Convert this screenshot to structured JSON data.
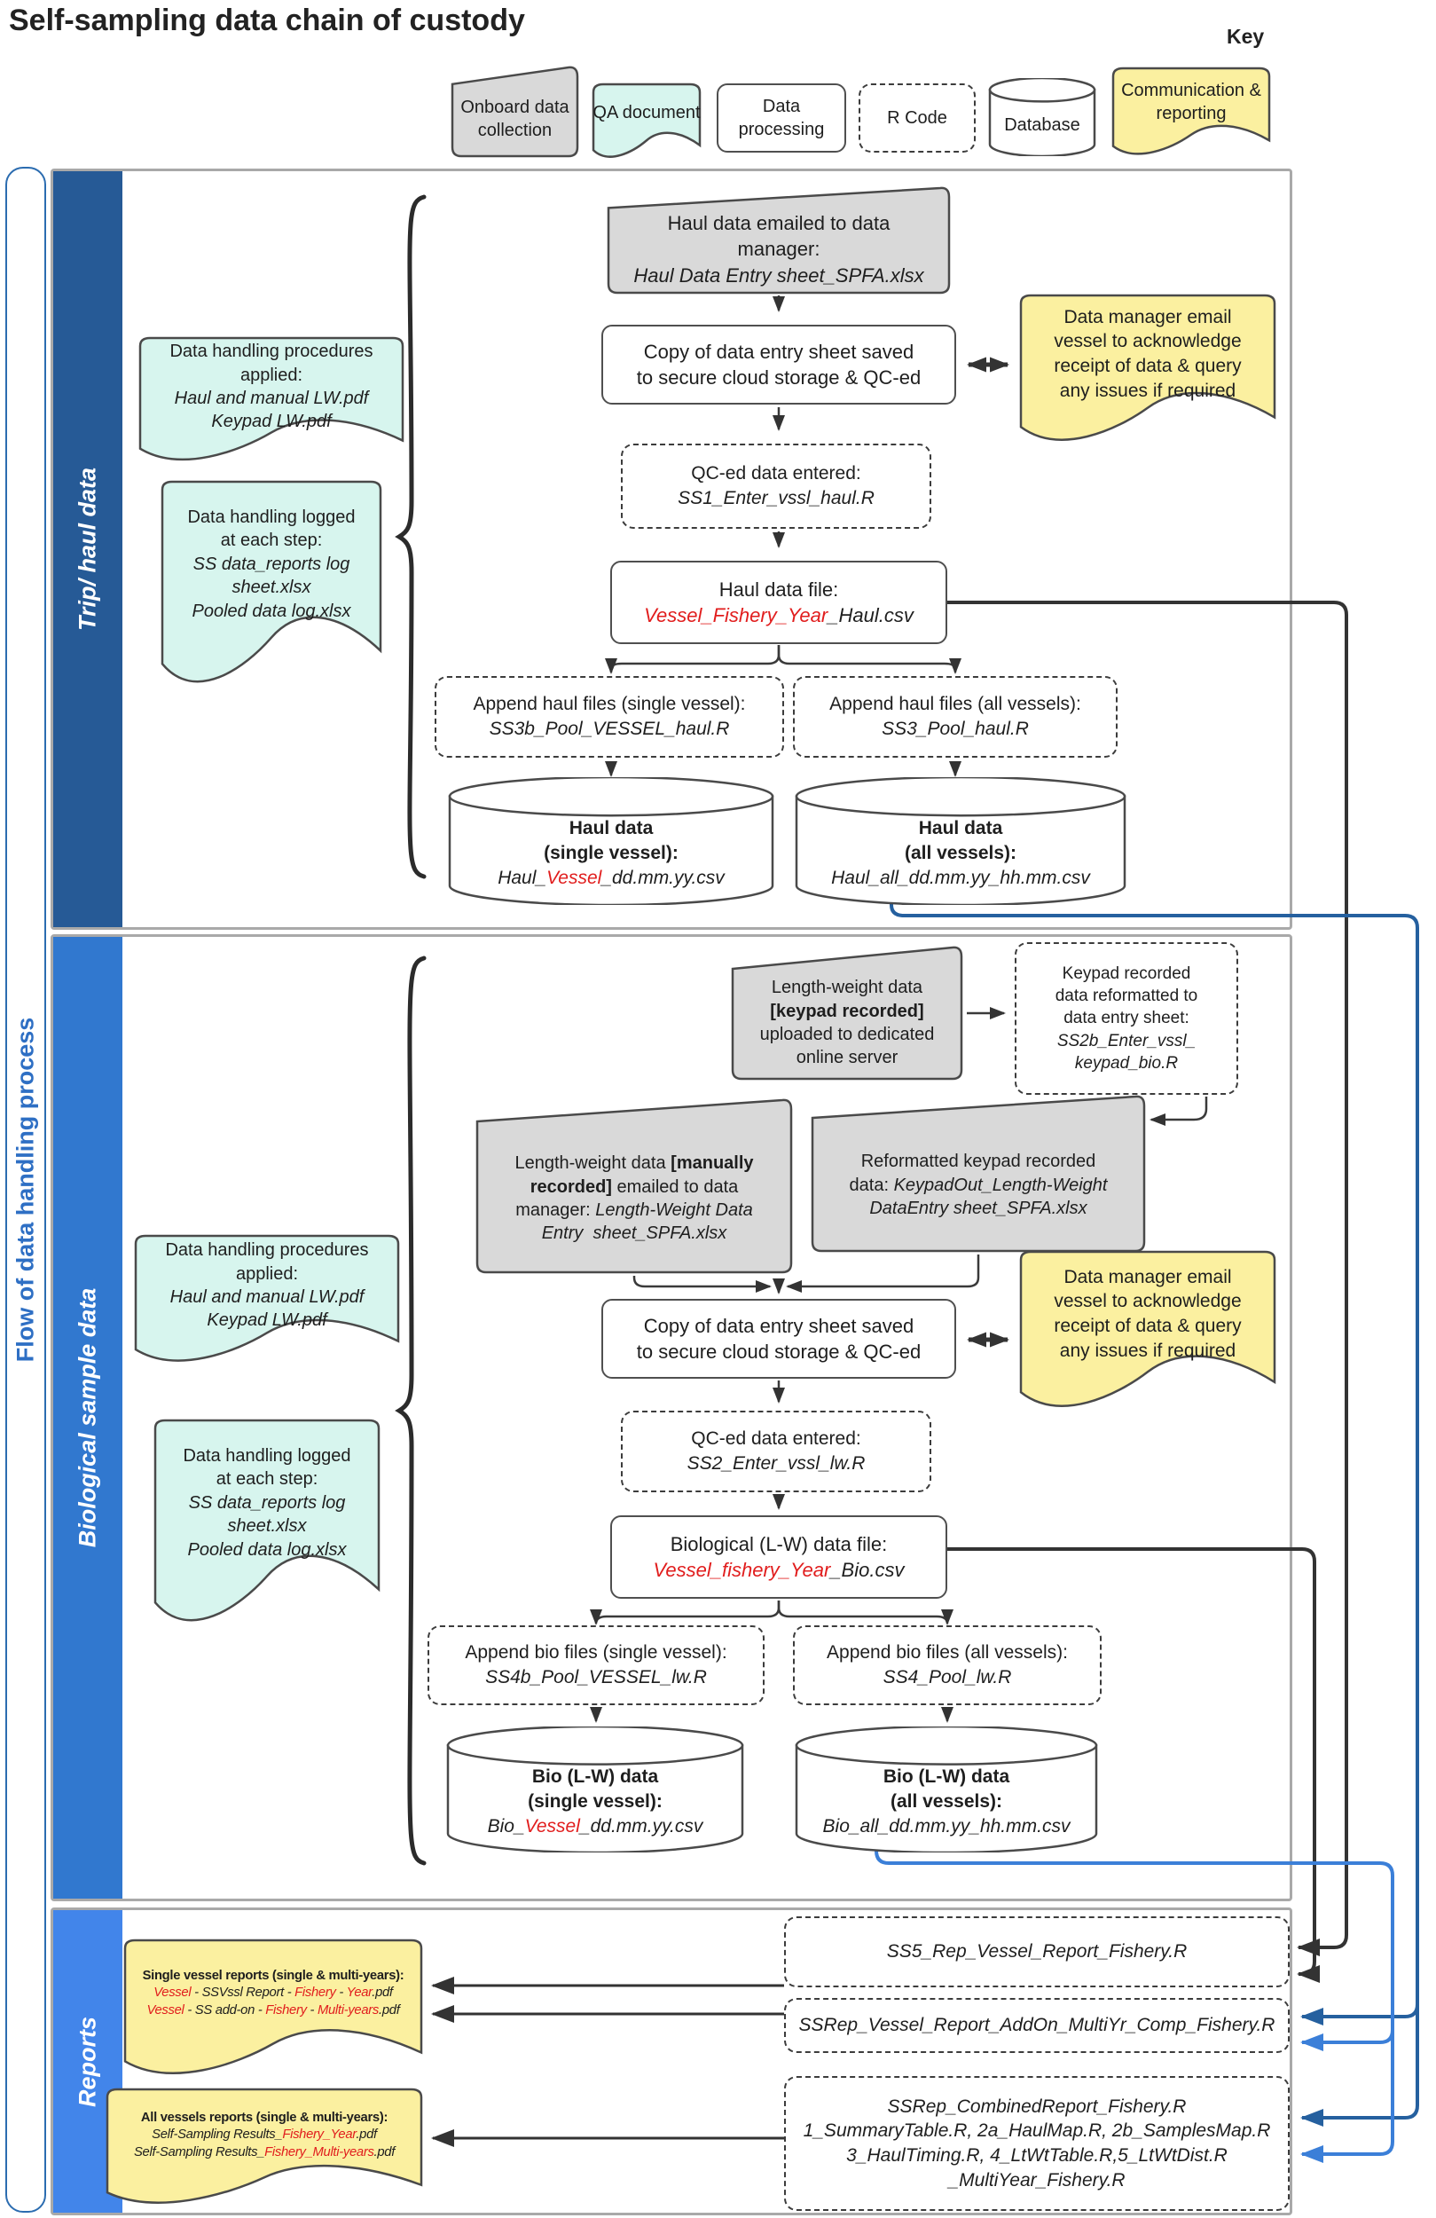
{
  "title": "Self-sampling data chain of custody",
  "key": {
    "label": "Key",
    "items": [
      {
        "name": "onboard-data-collection",
        "label": "Onboard data collection"
      },
      {
        "name": "qa-document",
        "label": "QA document"
      },
      {
        "name": "data-processing",
        "label": "Data processing"
      },
      {
        "name": "r-code",
        "label": "R Code"
      },
      {
        "name": "database",
        "label": "Database"
      },
      {
        "name": "communication-reporting",
        "label": "Communication & reporting"
      }
    ]
  },
  "left_rail": {
    "label": "Flow of data handling process"
  },
  "sections": [
    {
      "label": "Trip/ haul data"
    },
    {
      "label": "Biological sample data"
    },
    {
      "label": "Reports"
    }
  ],
  "colors": {
    "grey": "#D9D9D9",
    "teal": "#D7F5EE",
    "yellow": "#FBF0A0",
    "white": "#FFFFFF",
    "red_text": "#E11D1D",
    "bar_trip": "#265A96",
    "bar_bio": "#3178CF",
    "bar_reports": "#4285EA",
    "rail_border": "#2B6CB0",
    "rail_text": "#2E6FC4",
    "frame_border": "#A9A9A9",
    "node_border": "#4A4A4A",
    "conn_black": "#333333",
    "conn_blue_dark": "#25609F",
    "conn_blue_light": "#3B7FD8"
  },
  "nodes": {
    "haul_email": {
      "lines": [
        [
          "Haul data emailed to data"
        ],
        [
          "manager:"
        ],
        [
          {
            "t": "Haul Data Entry sheet_SPFA.xlsx",
            "i": 1
          }
        ]
      ]
    },
    "copy1": {
      "lines": [
        [
          "Copy of data entry sheet saved"
        ],
        [
          "to secure cloud storage & QC-ed"
        ]
      ]
    },
    "dm_email": {
      "lines": [
        [
          "Data manager email"
        ],
        [
          "vessel to acknowledge"
        ],
        [
          "receipt of data & query"
        ],
        [
          "any issues if required"
        ]
      ]
    },
    "qc1": {
      "lines": [
        [
          "QC-ed data entered:"
        ],
        [
          {
            "t": "SS1_Enter_vssl_haul.R",
            "i": 1
          }
        ]
      ]
    },
    "haul_file": {
      "lines": [
        [
          "Haul data file:"
        ],
        [
          {
            "t": "Vessel_Fishery_Year",
            "i": 1,
            "r": 1
          },
          {
            "t": "_Haul.csv",
            "i": 1
          }
        ]
      ]
    },
    "append_haul_single": {
      "lines": [
        [
          "Append haul files (single vessel):"
        ],
        [
          {
            "t": "SS3b_Pool_VESSEL_haul.R",
            "i": 1
          }
        ]
      ]
    },
    "append_haul_all": {
      "lines": [
        [
          "Append haul files (all vessels):"
        ],
        [
          {
            "t": "SS3_Pool_haul.R",
            "i": 1
          }
        ]
      ]
    },
    "cyl_haul_single": {
      "lines": [
        [
          {
            "t": "Haul data",
            "b": 1
          }
        ],
        [
          {
            "t": "(single vessel):",
            "b": 1
          }
        ],
        [
          {
            "t": "Haul_",
            "i": 1
          },
          {
            "t": "Vessel",
            "i": 1,
            "r": 1
          },
          {
            "t": "_dd.mm.yy.csv",
            "i": 1
          }
        ]
      ]
    },
    "cyl_haul_all": {
      "lines": [
        [
          {
            "t": "Haul data",
            "b": 1
          }
        ],
        [
          {
            "t": "(all vessels):",
            "b": 1
          }
        ],
        [
          {
            "t": "Haul_all_dd.mm.yy_hh.mm.csv",
            "i": 1
          }
        ]
      ]
    },
    "teal_proc": {
      "lines": [
        [
          "Data handling procedures"
        ],
        [
          "applied:"
        ],
        [
          {
            "t": "Haul and manual LW.pdf",
            "i": 1
          }
        ],
        [
          {
            "t": "Keypad LW.pdf",
            "i": 1
          }
        ]
      ]
    },
    "teal_log": {
      "lines": [
        [
          "Data handling logged"
        ],
        [
          "at each step:"
        ],
        [
          {
            "t": "SS data_reports log",
            "i": 1
          }
        ],
        [
          {
            "t": "sheet.xlsx",
            "i": 1
          }
        ],
        [
          {
            "t": "Pooled data log.xlsx",
            "i": 1
          }
        ]
      ]
    },
    "keypad_upload": {
      "lines": [
        [
          "Length-weight data"
        ],
        [
          {
            "t": "[keypad recorded]",
            "b": 1
          }
        ],
        [
          "uploaded to dedicated"
        ],
        [
          "online server"
        ]
      ]
    },
    "keypad_reformat": {
      "lines": [
        [
          "Keypad recorded"
        ],
        [
          "data reformatted to"
        ],
        [
          "data entry sheet:"
        ],
        [
          {
            "t": "SS2b_Enter_vssl_",
            "i": 1
          }
        ],
        [
          {
            "t": "keypad_bio.R",
            "i": 1
          }
        ]
      ]
    },
    "manual_email": {
      "lines": [
        [
          {
            "t": "Length-weight data "
          },
          {
            "t": "[manually",
            "b": 1
          }
        ],
        [
          {
            "t": "recorded]",
            "b": 1
          },
          {
            "t": " emailed to data"
          }
        ],
        [
          {
            "t": "manager: "
          },
          {
            "t": "Length-Weight Data",
            "i": 1
          }
        ],
        [
          {
            "t": "Entry  sheet_SPFA.xlsx",
            "i": 1
          }
        ]
      ]
    },
    "reformatted": {
      "lines": [
        [
          "Reformatted keypad recorded"
        ],
        [
          {
            "t": "data: "
          },
          {
            "t": "KeypadOut_Length-Weight",
            "i": 1
          }
        ],
        [
          {
            "t": "DataEntry sheet_SPFA.xlsx",
            "i": 1
          }
        ]
      ]
    },
    "copy2": {
      "lines": [
        [
          "Copy of data entry sheet saved"
        ],
        [
          "to secure cloud storage & QC-ed"
        ]
      ]
    },
    "qc2": {
      "lines": [
        [
          "QC-ed data entered:"
        ],
        [
          {
            "t": "SS2_Enter_vssl_lw.R",
            "i": 1
          }
        ]
      ]
    },
    "bio_file": {
      "lines": [
        [
          "Biological (L-W) data file:"
        ],
        [
          {
            "t": "Vessel_fishery_Year",
            "i": 1,
            "r": 1
          },
          {
            "t": "_Bio.csv",
            "i": 1
          }
        ]
      ]
    },
    "append_bio_single": {
      "lines": [
        [
          "Append bio files (single vessel):"
        ],
        [
          {
            "t": "SS4b_Pool_VESSEL_lw.R",
            "i": 1
          }
        ]
      ]
    },
    "append_bio_all": {
      "lines": [
        [
          "Append bio files (all vessels):"
        ],
        [
          {
            "t": "SS4_Pool_lw.R",
            "i": 1
          }
        ]
      ]
    },
    "cyl_bio_single": {
      "lines": [
        [
          {
            "t": "Bio (L-W) data",
            "b": 1
          }
        ],
        [
          {
            "t": "(single vessel):",
            "b": 1
          }
        ],
        [
          {
            "t": "Bio_",
            "i": 1
          },
          {
            "t": "Vessel",
            "i": 1,
            "r": 1
          },
          {
            "t": "_dd.mm.yy.csv",
            "i": 1
          }
        ]
      ]
    },
    "cyl_bio_all": {
      "lines": [
        [
          {
            "t": "Bio (L-W) data",
            "b": 1
          }
        ],
        [
          {
            "t": "(all vessels):",
            "b": 1
          }
        ],
        [
          {
            "t": "Bio_all_dd.mm.yy_hh.mm.csv",
            "i": 1
          }
        ]
      ]
    },
    "single_reports": {
      "lines": [
        [
          {
            "t": "Single vessel reports (single & multi-years):",
            "b": 1
          }
        ],
        [
          {
            "t": "Vessel",
            "i": 1,
            "r": 1
          },
          {
            "t": " - SSVssl Report - ",
            "i": 1
          },
          {
            "t": "Fishery",
            "i": 1,
            "r": 1
          },
          {
            "t": " - ",
            "i": 1
          },
          {
            "t": "Year",
            "i": 1,
            "r": 1
          },
          {
            "t": ".pdf",
            "i": 1
          }
        ],
        [
          {
            "t": "Vessel",
            "i": 1,
            "r": 1
          },
          {
            "t": " - SS add-on - ",
            "i": 1
          },
          {
            "t": "Fishery",
            "i": 1,
            "r": 1
          },
          {
            "t": " - ",
            "i": 1
          },
          {
            "t": "Multi-years",
            "i": 1,
            "r": 1
          },
          {
            "t": ".pdf",
            "i": 1
          }
        ]
      ]
    },
    "all_reports": {
      "lines": [
        [
          {
            "t": "All vessels reports (single & multi-years):",
            "b": 1
          }
        ],
        [
          {
            "t": "Self-Sampling Results_",
            "i": 1
          },
          {
            "t": "Fishery_Year",
            "i": 1,
            "r": 1
          },
          {
            "t": ".pdf",
            "i": 1
          }
        ],
        [
          {
            "t": "Self-Sampling Results_",
            "i": 1
          },
          {
            "t": "Fishery_Multi-years",
            "i": 1,
            "r": 1
          },
          {
            "t": ".pdf",
            "i": 1
          }
        ]
      ]
    },
    "ss5": {
      "lines": [
        [
          {
            "t": "SS5_Rep_Vessel_Report_Fishery.R",
            "i": 1
          }
        ]
      ]
    },
    "addon": {
      "lines": [
        [
          {
            "t": "SSRep_Vessel_Report_AddOn_MultiYr_Comp_Fishery.R",
            "i": 1
          }
        ]
      ]
    },
    "combined": {
      "lines": [
        [
          {
            "t": "SSRep_CombinedReport_Fishery.R",
            "i": 1
          }
        ],
        [
          {
            "t": "1_SummaryTable.R, 2a_HaulMap.R, 2b_SamplesMap.R",
            "i": 1
          }
        ],
        [
          {
            "t": "3_HaulTiming.R, 4_LtWtTable.R,5_LtWtDist.R",
            "i": 1
          }
        ],
        [
          {
            "t": "_MultiYear_Fishery.R",
            "i": 1
          }
        ]
      ]
    }
  }
}
